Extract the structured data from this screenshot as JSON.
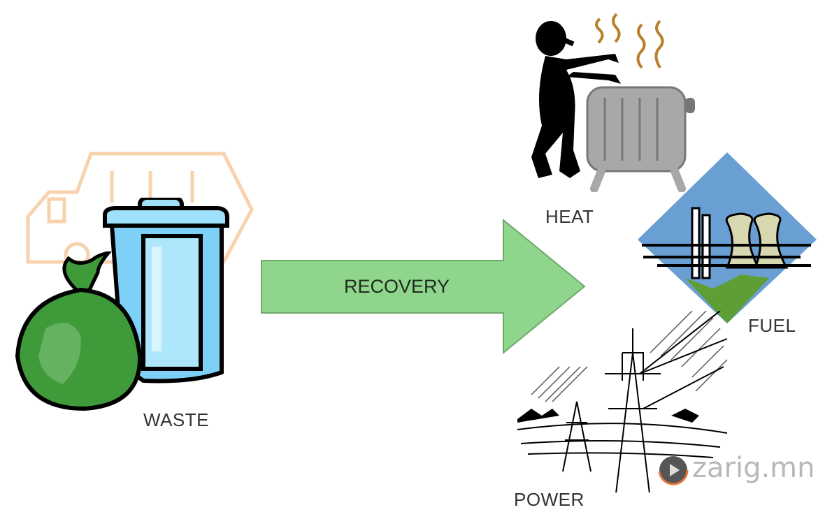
{
  "diagram": {
    "source": {
      "label": "WASTE",
      "icons": [
        "garbage-truck",
        "trash-bag",
        "trash-can"
      ]
    },
    "process": {
      "label": "RECOVERY",
      "color": "#8fd68c"
    },
    "outputs": [
      {
        "label": "HEAT",
        "icon": "person-at-radiator"
      },
      {
        "label": "FUEL",
        "icon": "power-plant"
      },
      {
        "label": "POWER",
        "icon": "power-pylons"
      }
    ]
  },
  "colors": {
    "truck_outline": "#f8d2ad",
    "bag_green": "#3f9a3a",
    "can_blue": "#7fd0f6",
    "heat_waves": "#b8802a",
    "radiator_gray": "#a8a8a8",
    "sky_blue": "#6a9fd4",
    "grass_green": "#5e9e34"
  },
  "watermark": {
    "text": "zarig.mn",
    "accent": "#e8733a"
  }
}
